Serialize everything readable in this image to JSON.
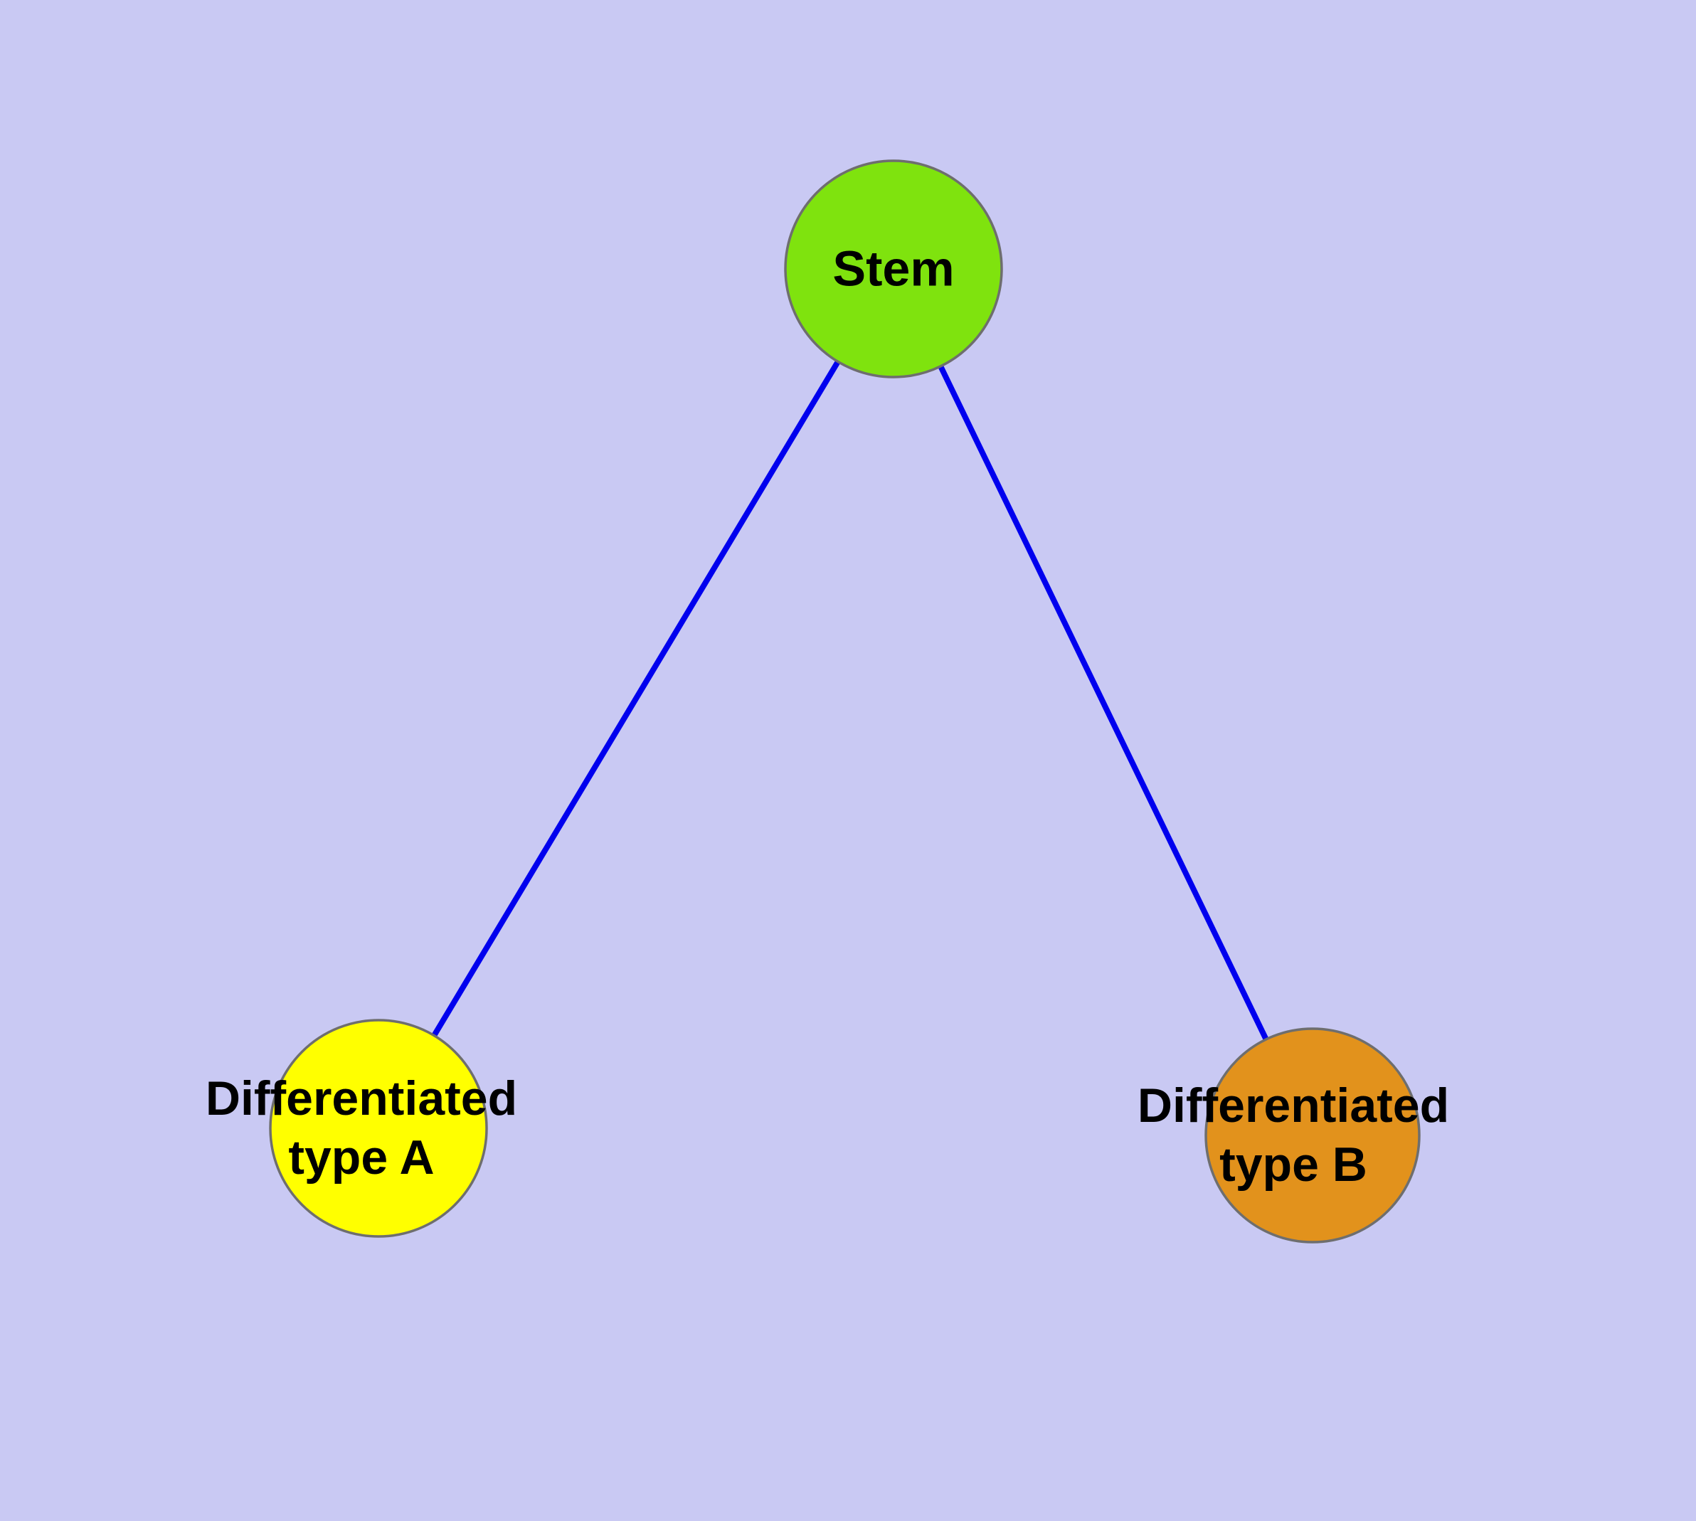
{
  "diagram": {
    "background_color": "#c9c9f3",
    "edge_color": "#0000ee",
    "node_border_color": "#6e6e6e",
    "nodes": [
      {
        "id": "stem",
        "label": "Stem",
        "color": "#7fe30e"
      },
      {
        "id": "diff-a",
        "label_line1": "Differentiated",
        "label_line2": "type A",
        "color": "#ffff00"
      },
      {
        "id": "diff-b",
        "label_line1": "Differentiated",
        "label_line2": "type B",
        "color": "#e2921c"
      }
    ],
    "edges": [
      {
        "from": "stem",
        "to": "diff-a"
      },
      {
        "from": "stem",
        "to": "diff-b"
      }
    ]
  }
}
